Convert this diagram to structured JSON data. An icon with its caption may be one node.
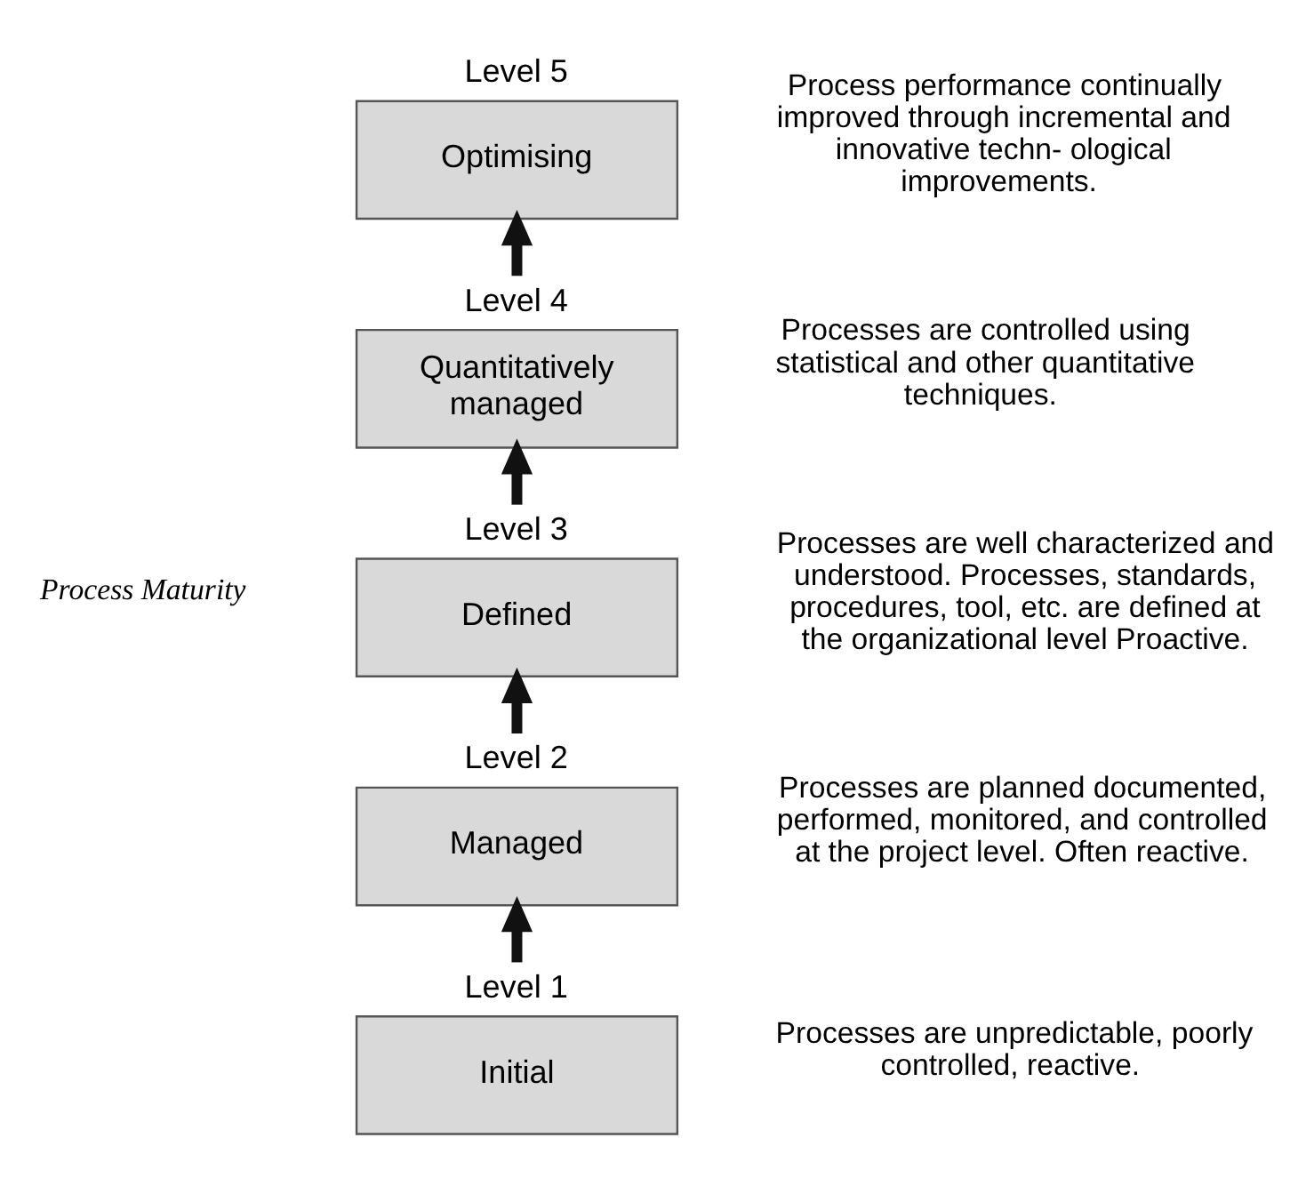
{
  "diagram": {
    "nodes": [
      {
        "text": [
          "Level 1",
          "Initial"
        ],
        "beside": [
          "Processes are unpredictable, poorly controlled, reactive."
        ]
      },
      {
        "text": [
          "Level 2",
          "Managed"
        ],
        "beside": [
          "Processes are planned documented, performed, monitored, and controlled at the project level. Often reactive."
        ]
      },
      {
        "text": [
          "Level 3",
          "Defined"
        ],
        "beside": [
          "Processes are well characterized and understood. Processes, standards, procedures, tool, etc. are defined at the organizational level Proactive."
        ]
      },
      {
        "text": [
          "Level 4",
          "Quantitatively managed"
        ],
        "beside": [
          "Processes are controlled using statistical and other quantitative techniques."
        ]
      },
      {
        "text": [
          "Level 5",
          "Optimising"
        ],
        "beside": [
          "Process performance continually improved through incremental and innovative techn- ological improvements."
        ]
      }
    ],
    "edges": [
      {
        "from": 0,
        "to": 1,
        "arrow": "to"
      },
      {
        "from": 1,
        "to": 2,
        "arrow": "to"
      },
      {
        "from": 2,
        "to": 3,
        "arrow": "to"
      },
      {
        "from": 3,
        "to": 4,
        "arrow": "to"
      }
    ],
    "labels": [
      "Process Maturity"
    ]
  }
}
